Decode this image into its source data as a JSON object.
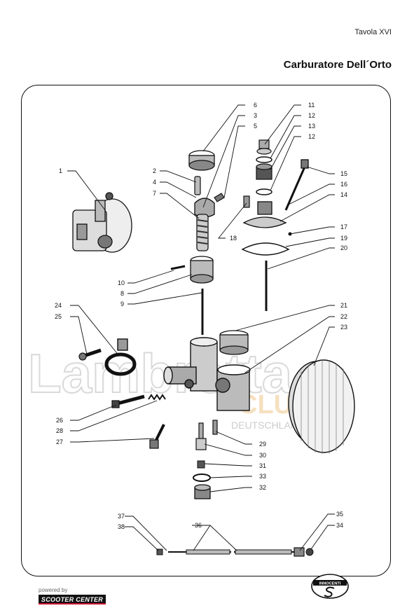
{
  "header": {
    "plate": "Tavola XVI",
    "title": "Carburatore Dell´Orto"
  },
  "watermark": {
    "brand": "Lambretta",
    "club_line": "CLUB",
    "country_line": "DEUTSCHLAND E.V."
  },
  "callouts": [
    "1",
    "2",
    "3",
    "4",
    "5",
    "6",
    "7",
    "8",
    "9",
    "10",
    "11",
    "12",
    "13",
    "12",
    "14",
    "15",
    "16",
    "17",
    "18",
    "19",
    "20",
    "21",
    "22",
    "23",
    "24",
    "25",
    "26",
    "27",
    "28",
    "29",
    "30",
    "31",
    "32",
    "33",
    "34",
    "35",
    "36",
    "37",
    "38"
  ],
  "footer": {
    "powered_by": "powered by",
    "sponsor": "SCOOTER CENTER",
    "maker": "INNOCENTI"
  },
  "colors": {
    "ink": "#111111",
    "watermark": "#d9d9d9",
    "watermark_accent": "#f3d9b0",
    "sponsor_red": "#c8102e"
  }
}
